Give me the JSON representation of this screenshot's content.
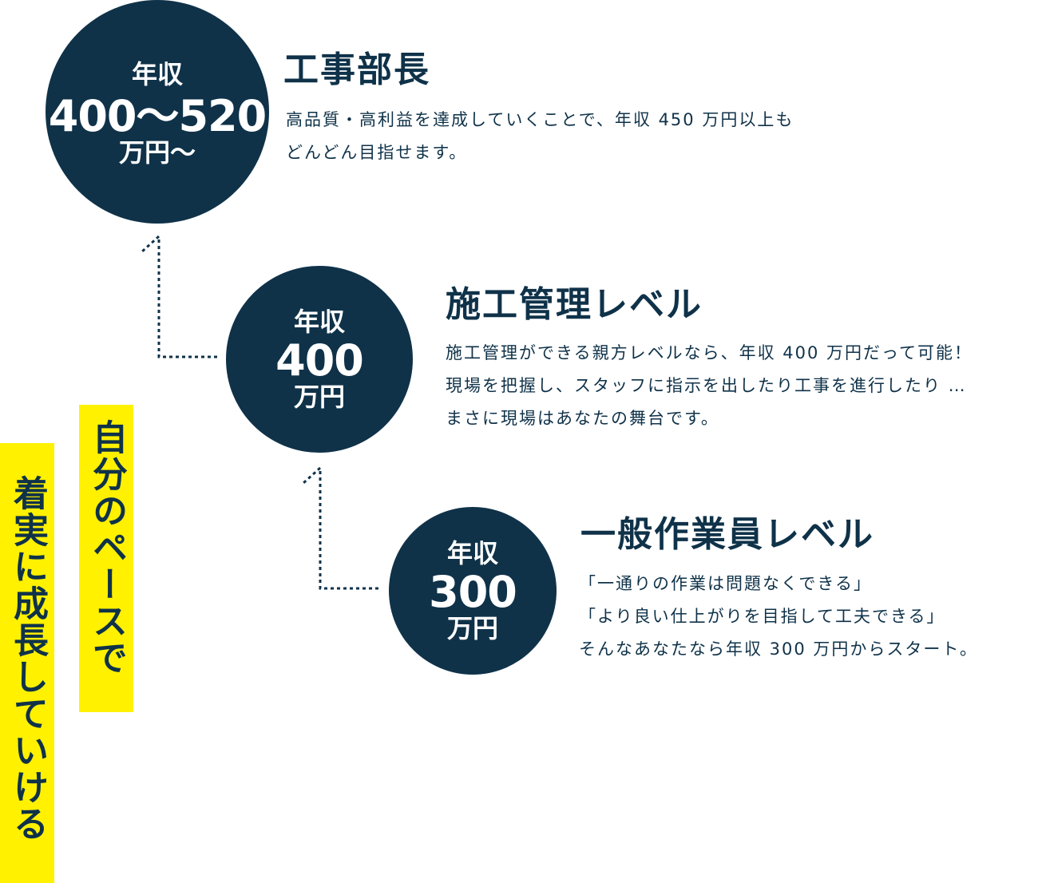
{
  "colors": {
    "navy": "#0f3249",
    "yellow": "#fff100",
    "background": "#ffffff"
  },
  "levels": [
    {
      "circle": {
        "label": "年収",
        "amount": "400～520",
        "unit": "万円～"
      },
      "title": "工事部長",
      "description": [
        "高品質・高利益を達成していくことで、年収 450 万円以上も",
        "どんどん目指せます。"
      ]
    },
    {
      "circle": {
        "label": "年収",
        "amount": "400",
        "unit": "万円"
      },
      "title": "施工管理レベル",
      "description": [
        "施工管理ができる親方レベルなら、年収 400 万円だって可能！",
        "現場を把握し、スタッフに指示を出したり工事を進行したり …",
        "まさに現場はあなたの舞台です。"
      ]
    },
    {
      "circle": {
        "label": "年収",
        "amount": "300",
        "unit": "万円"
      },
      "title": "一般作業員レベル",
      "description": [
        "「一通りの作業は問題なくできる」",
        "「より良い仕上がりを目指して工夫できる」",
        "そんなあなたなら年収 300 万円からスタート。"
      ]
    }
  ],
  "taglines": {
    "line1": "自分のペースで",
    "line2": "着実に成長していける"
  },
  "icons": {
    "connector_1": "dotted-arrow-up-icon",
    "connector_2": "dotted-arrow-up-icon"
  }
}
